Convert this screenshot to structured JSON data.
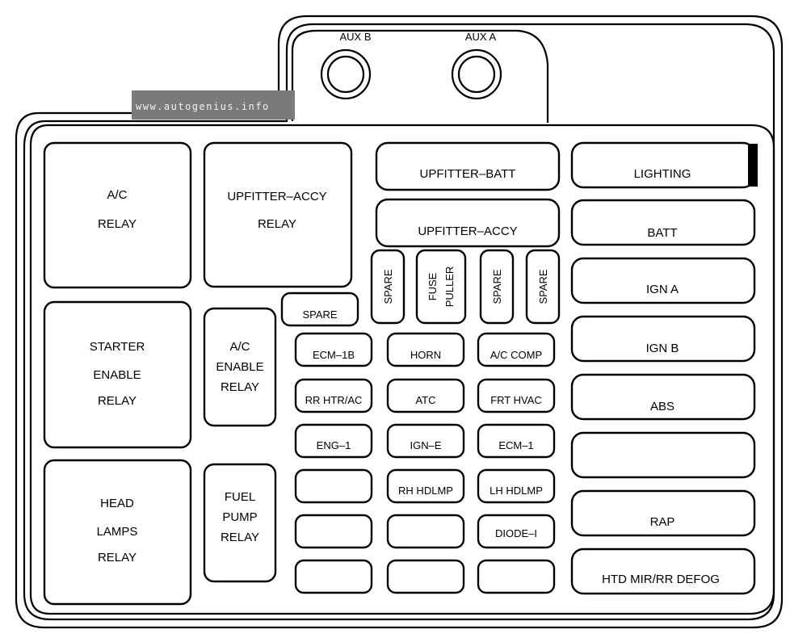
{
  "watermark": "www.autogenius.info",
  "aux": {
    "b_label": "AUX B",
    "a_label": "AUX A"
  },
  "relays": {
    "ac_relay": [
      "A/C",
      "RELAY"
    ],
    "starter_enable_relay": [
      "STARTER",
      "ENABLE",
      "RELAY"
    ],
    "head_lamps_relay": [
      "HEAD",
      "LAMPS",
      "RELAY"
    ],
    "upfitter_accy_relay": [
      "UPFITTER–ACCY",
      "RELAY"
    ],
    "ac_enable_relay": [
      "A/C",
      "ENABLE",
      "RELAY"
    ],
    "fuel_pump_relay": [
      "FUEL",
      "PUMP",
      "RELAY"
    ]
  },
  "upper_fuses": {
    "upfitter_batt": "UPFITTER–BATT",
    "upfitter_accy": "UPFITTER–ACCY"
  },
  "vertical_slots": {
    "spare_1": "SPARE",
    "fuse_puller": [
      "FUSE",
      "PULLER"
    ],
    "spare_2": "SPARE",
    "spare_3": "SPARE"
  },
  "small_fuses": {
    "spare_h": "SPARE",
    "ecm_1b": "ECM–1B",
    "horn": "HORN",
    "ac_comp": "A/C COMP",
    "rr_htr_ac": "RR HTR/AC",
    "atc": "ATC",
    "frt_hvac": "FRT HVAC",
    "eng_1": "ENG–1",
    "ign_e": "IGN–E",
    "ecm_1": "ECM–1",
    "rh_hdlmp": "RH HDLMP",
    "lh_hdlmp": "LH HDLMP",
    "diode_i": "DIODE–I"
  },
  "right_column": {
    "lighting": "LIGHTING",
    "batt": "BATT",
    "ign_a": "IGN A",
    "ign_b": "IGN B",
    "abs": "ABS",
    "rap": "RAP",
    "htd_mir_rr_defog": "HTD MIR/RR DEFOG"
  }
}
